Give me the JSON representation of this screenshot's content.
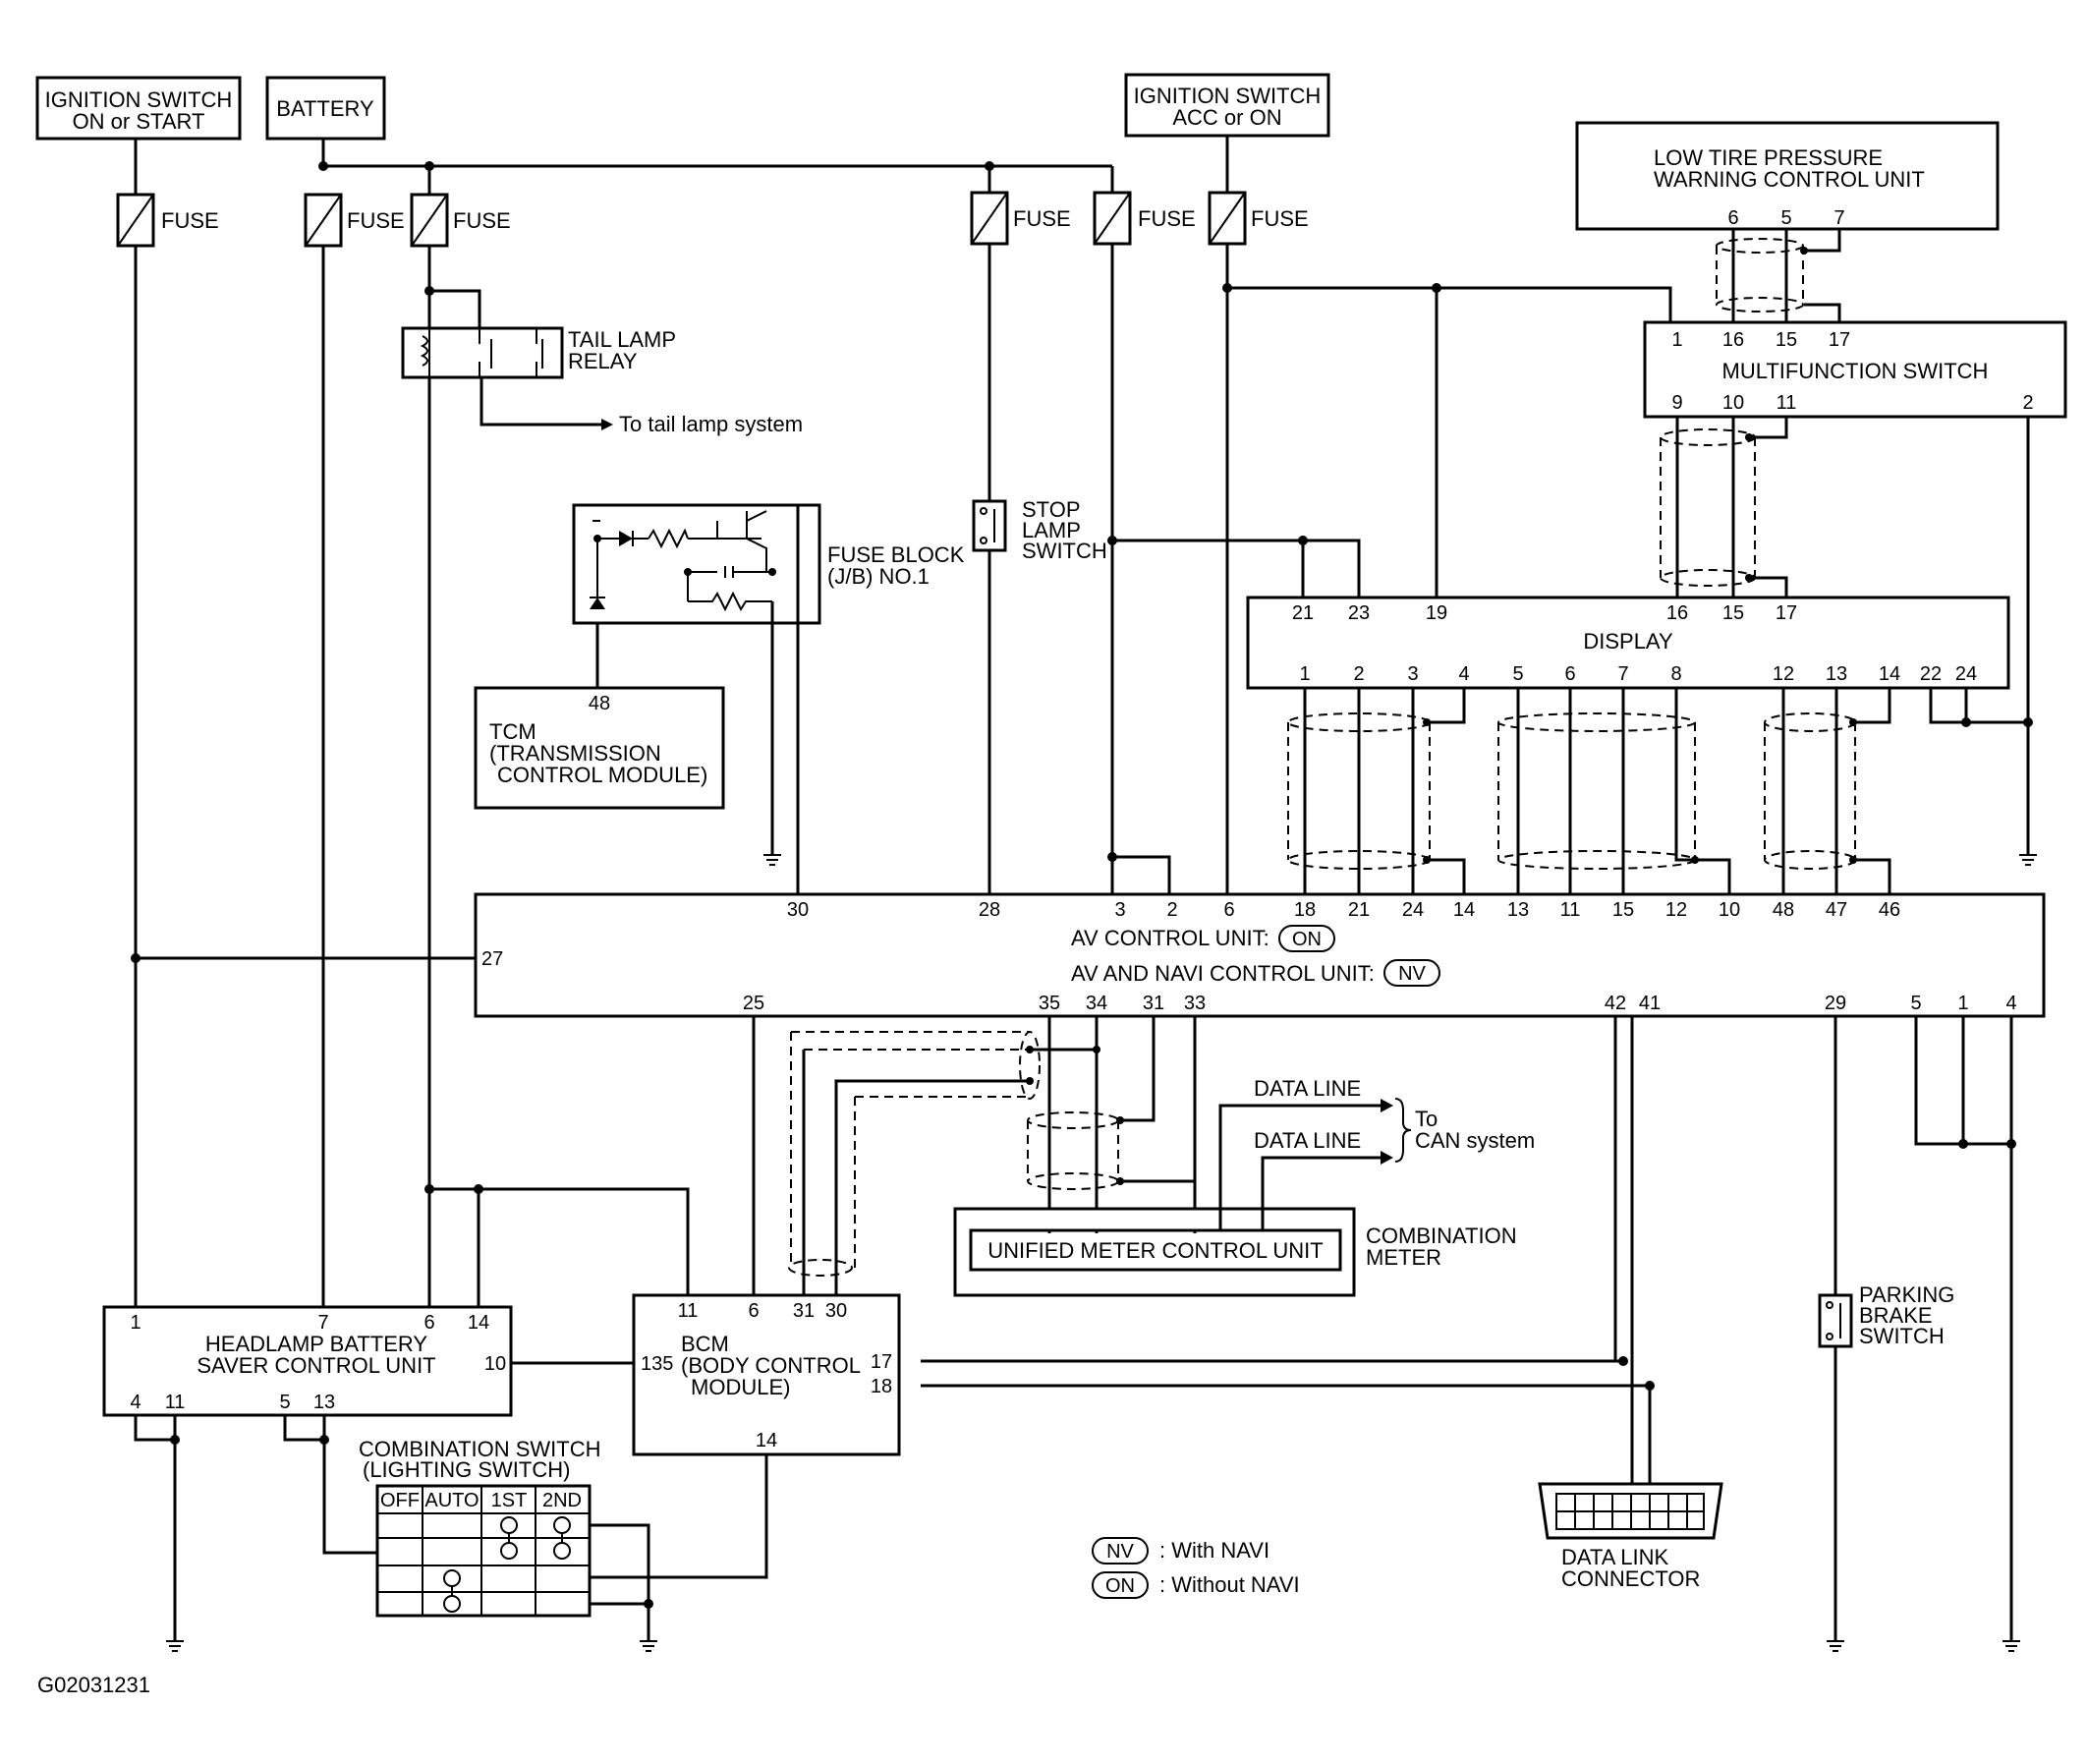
{
  "sources": {
    "ign_start": [
      "IGNITION SWITCH",
      "ON or START"
    ],
    "battery": "BATTERY",
    "ign_acc": [
      "IGNITION SWITCH",
      "ACC or ON"
    ]
  },
  "fuse_label": "FUSE",
  "tail_relay": [
    "TAIL LAMP",
    "RELAY"
  ],
  "to_tail": "To tail lamp system",
  "fuse_block": [
    "FUSE BLOCK",
    "(J/B) NO.1"
  ],
  "tcm": {
    "pin": "48",
    "lines": [
      "TCM",
      "(TRANSMISSION",
      "CONTROL MODULE)"
    ]
  },
  "stop_lamp": [
    "STOP",
    "LAMP",
    "SWITCH"
  ],
  "ltpw": {
    "lines": [
      "LOW TIRE PRESSURE",
      "WARNING CONTROL UNIT"
    ],
    "pins": [
      "6",
      "5",
      "7"
    ]
  },
  "mfs": {
    "label": "MULTIFUNCTION SWITCH",
    "top_pins": [
      "1",
      "16",
      "15",
      "17"
    ],
    "bottom_pins": [
      "9",
      "10",
      "11",
      "2"
    ]
  },
  "display": {
    "label": "DISPLAY",
    "top_pins": [
      "21",
      "23",
      "19",
      "16",
      "15",
      "17"
    ],
    "bottom_pins": [
      "1",
      "2",
      "3",
      "4",
      "5",
      "6",
      "7",
      "8",
      "12",
      "13",
      "14",
      "22",
      "24"
    ]
  },
  "av": {
    "label1": "AV CONTROL UNIT:",
    "label2": "AV AND NAVI CONTROL UNIT:",
    "tag_on": "ON",
    "tag_nv": "NV",
    "top_pins": [
      "30",
      "28",
      "3",
      "2",
      "6",
      "18",
      "21",
      "24",
      "14",
      "13",
      "11",
      "15",
      "12",
      "10",
      "48",
      "47",
      "46"
    ],
    "left_pin": "27",
    "bottom_pins": [
      "25",
      "35",
      "34",
      "31",
      "33",
      "42",
      "41",
      "29",
      "5",
      "1",
      "4"
    ]
  },
  "data_line": "DATA LINE",
  "can": [
    "To",
    "CAN system"
  ],
  "combo_meter": {
    "inner": "UNIFIED METER CONTROL UNIT",
    "label": [
      "COMBINATION",
      "METER"
    ]
  },
  "hbs": {
    "lines": [
      "HEADLAMP BATTERY",
      "SAVER CONTROL UNIT"
    ],
    "top_pins": [
      "1",
      "7",
      "6",
      "14"
    ],
    "right_pin": "10",
    "bottom_pins": [
      "4",
      "11",
      "5",
      "13"
    ]
  },
  "bcm": {
    "lines": [
      "BCM",
      "(BODY CONTROL",
      "MODULE)"
    ],
    "top_pins": [
      "11",
      "6",
      "31",
      "30"
    ],
    "left_pin": "135",
    "right_pins": [
      "17",
      "18"
    ],
    "bottom_pin": "14"
  },
  "combo_switch": {
    "title": [
      "COMBINATION SWITCH",
      "(LIGHTING SWITCH)"
    ],
    "cols": [
      "OFF",
      "AUTO",
      "1ST",
      "2ND"
    ]
  },
  "legend": [
    {
      "tag": "NV",
      "text": ": With NAVI"
    },
    {
      "tag": "ON",
      "text": ": Without NAVI"
    }
  ],
  "dlc": [
    "DATA LINK",
    "CONNECTOR"
  ],
  "parking": [
    "PARKING",
    "BRAKE",
    "SWITCH"
  ],
  "figure_id": "G02031231"
}
